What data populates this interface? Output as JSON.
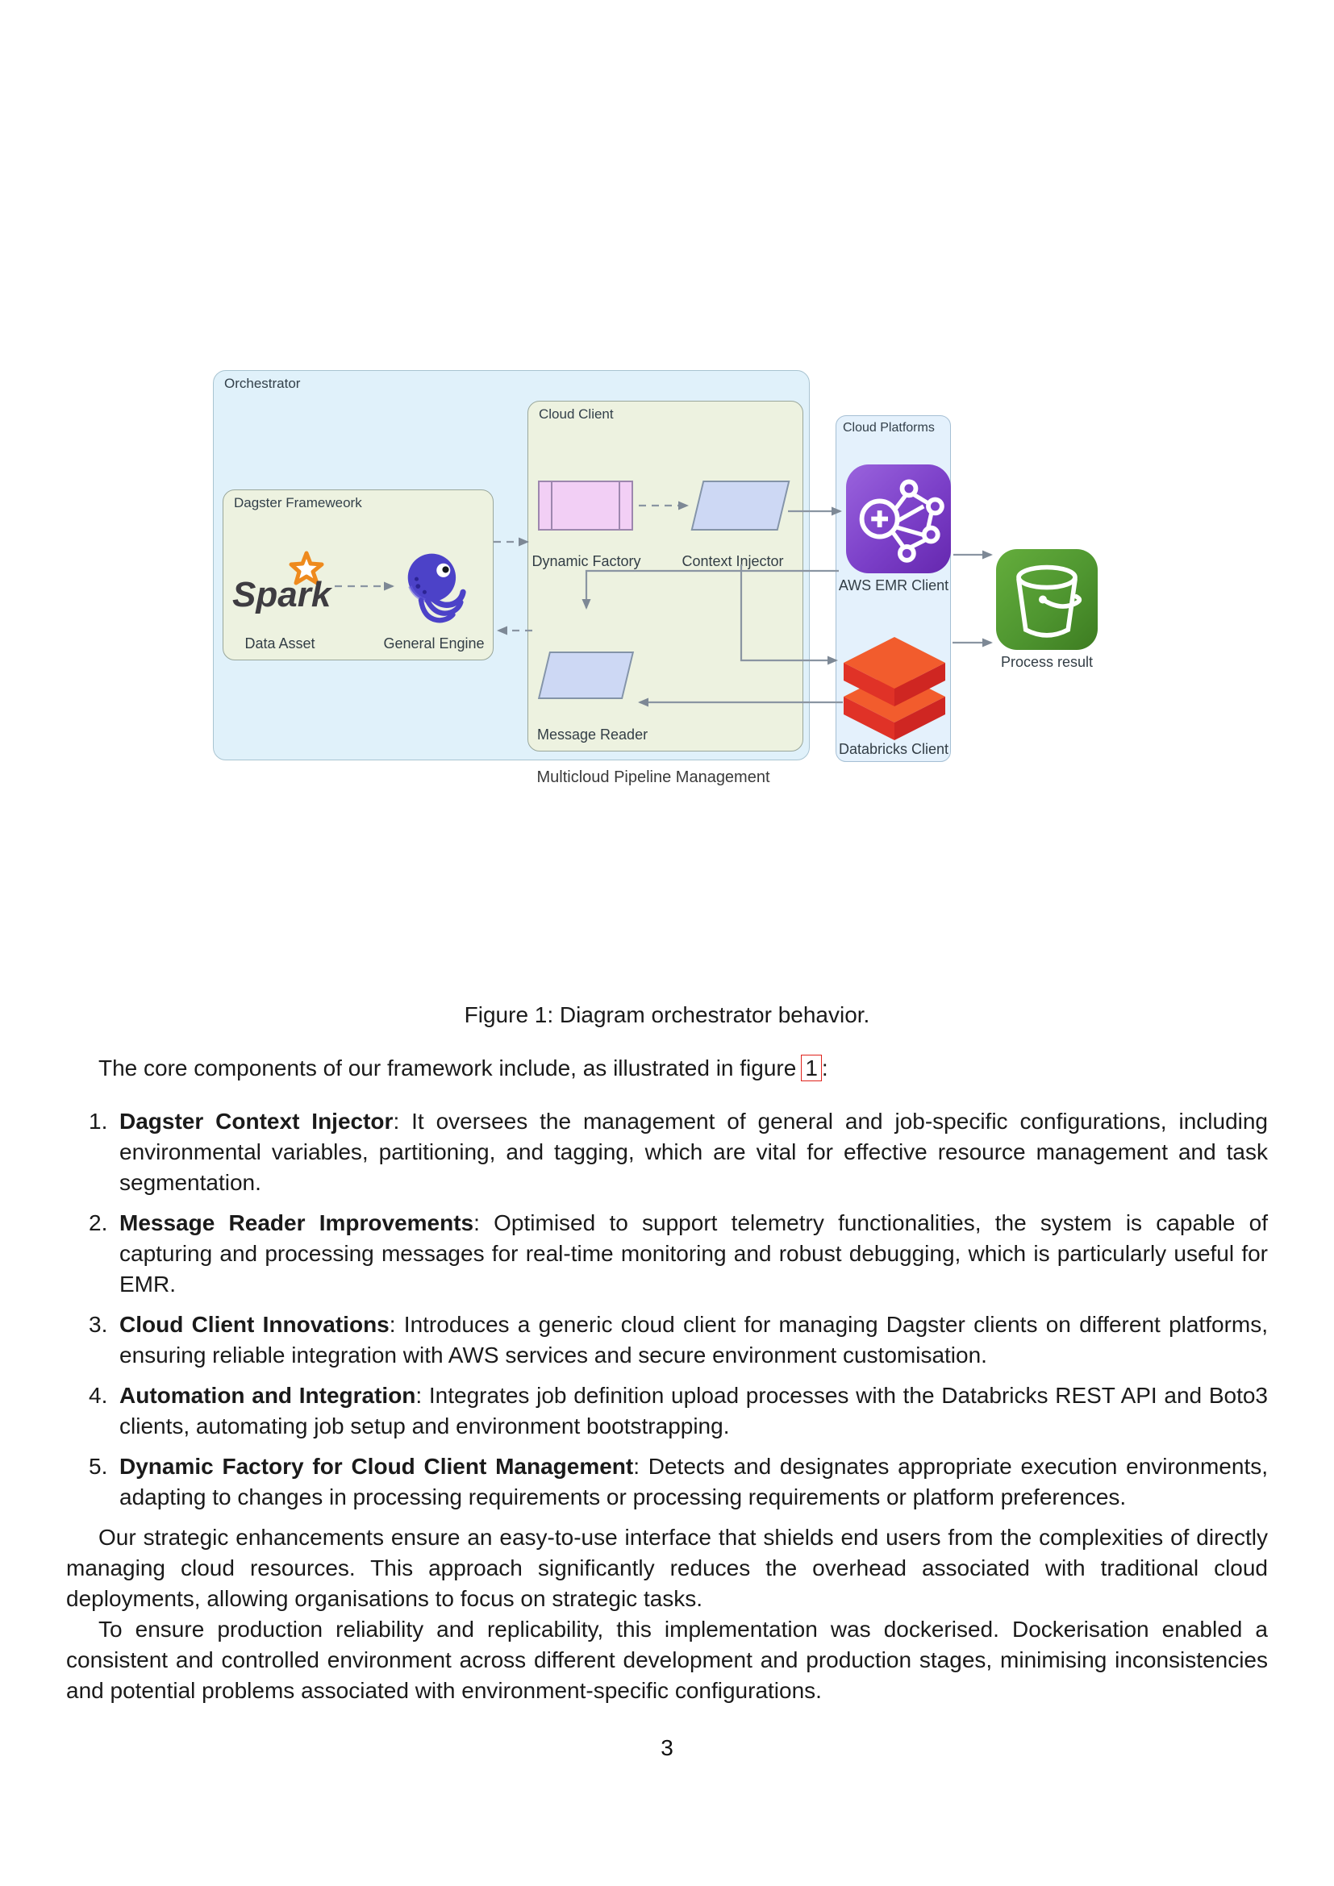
{
  "page": {
    "number": "3"
  },
  "figure": {
    "caption": "Figure 1: Diagram orchestrator behavior.",
    "diagram_title": "Multicloud Pipeline Management",
    "orchestrator": "Orchestrator",
    "dagster_framework": "Dagster Frameweork",
    "spark": "Spark",
    "data_asset": "Data Asset",
    "general_engine": "General Engine",
    "cloud_client": "Cloud Client",
    "dynamic_factory": "Dynamic Factory",
    "context_injector": "Context Injector",
    "message_reader": "Message Reader",
    "cloud_platforms": "Cloud Platforms",
    "aws_emr_client": "AWS EMR Client",
    "databricks_client": "Databricks Client",
    "process_result": "Process result",
    "colors": {
      "orchestrator_fill": "#e0f1fa",
      "group_fill": "#edf2e0",
      "platforms_fill": "#e4f1fc",
      "factory_fill": "#f2cff5",
      "parallelogram_fill": "#cdd8f4",
      "emr_purple": "#7b3fc8",
      "databricks_red": "#e2392b",
      "bucket_green": "#4f9630",
      "spark_orange": "#ee8a1d",
      "octopus_indigo": "#4c42c8",
      "arrow_gray": "#8a95a2",
      "ref_link_red": "#e0231c"
    }
  },
  "body": {
    "intro": {
      "before": "The core components of our framework include, as illustrated in figure",
      "ref": "1",
      "after": ":"
    },
    "items": [
      {
        "num": "1.",
        "title": "Dagster Context Injector",
        "text": ": It oversees the management of general and job-specific configurations, including environmental variables, partitioning, and tagging, which are vital for effective resource management and task segmentation."
      },
      {
        "num": "2.",
        "title": "Message Reader Improvements",
        "text": ": Optimised to support telemetry functionalities, the system is capable of capturing and processing messages for real-time monitoring and robust debugging, which is particularly useful for EMR."
      },
      {
        "num": "3.",
        "title": "Cloud Client Innovations",
        "text": ": Introduces a generic cloud client for managing Dagster clients on different platforms, ensuring reliable integration with AWS services and secure environment customisation."
      },
      {
        "num": "4.",
        "title": "Automation and Integration",
        "text": ": Integrates job definition upload processes with the Databricks REST API and Boto3 clients, automating job setup and environment bootstrapping."
      },
      {
        "num": "5.",
        "title": "Dynamic Factory for Cloud Client Management",
        "text": ": Detects and designates appropriate execution environments, adapting to changes in processing requirements or processing requirements or platform preferences."
      }
    ],
    "paragraphs": [
      "Our strategic enhancements ensure an easy-to-use interface that shields end users from the complexities of directly managing cloud resources.  This approach significantly reduces the overhead associated with traditional cloud deployments, allowing organisations to focus on strategic tasks.",
      "To ensure production reliability and replicability, this implementation was dockerised.  Dockerisation enabled a consistent and controlled environment across different development and production stages, minimising inconsistencies and potential problems associated with environment-specific configurations."
    ]
  }
}
